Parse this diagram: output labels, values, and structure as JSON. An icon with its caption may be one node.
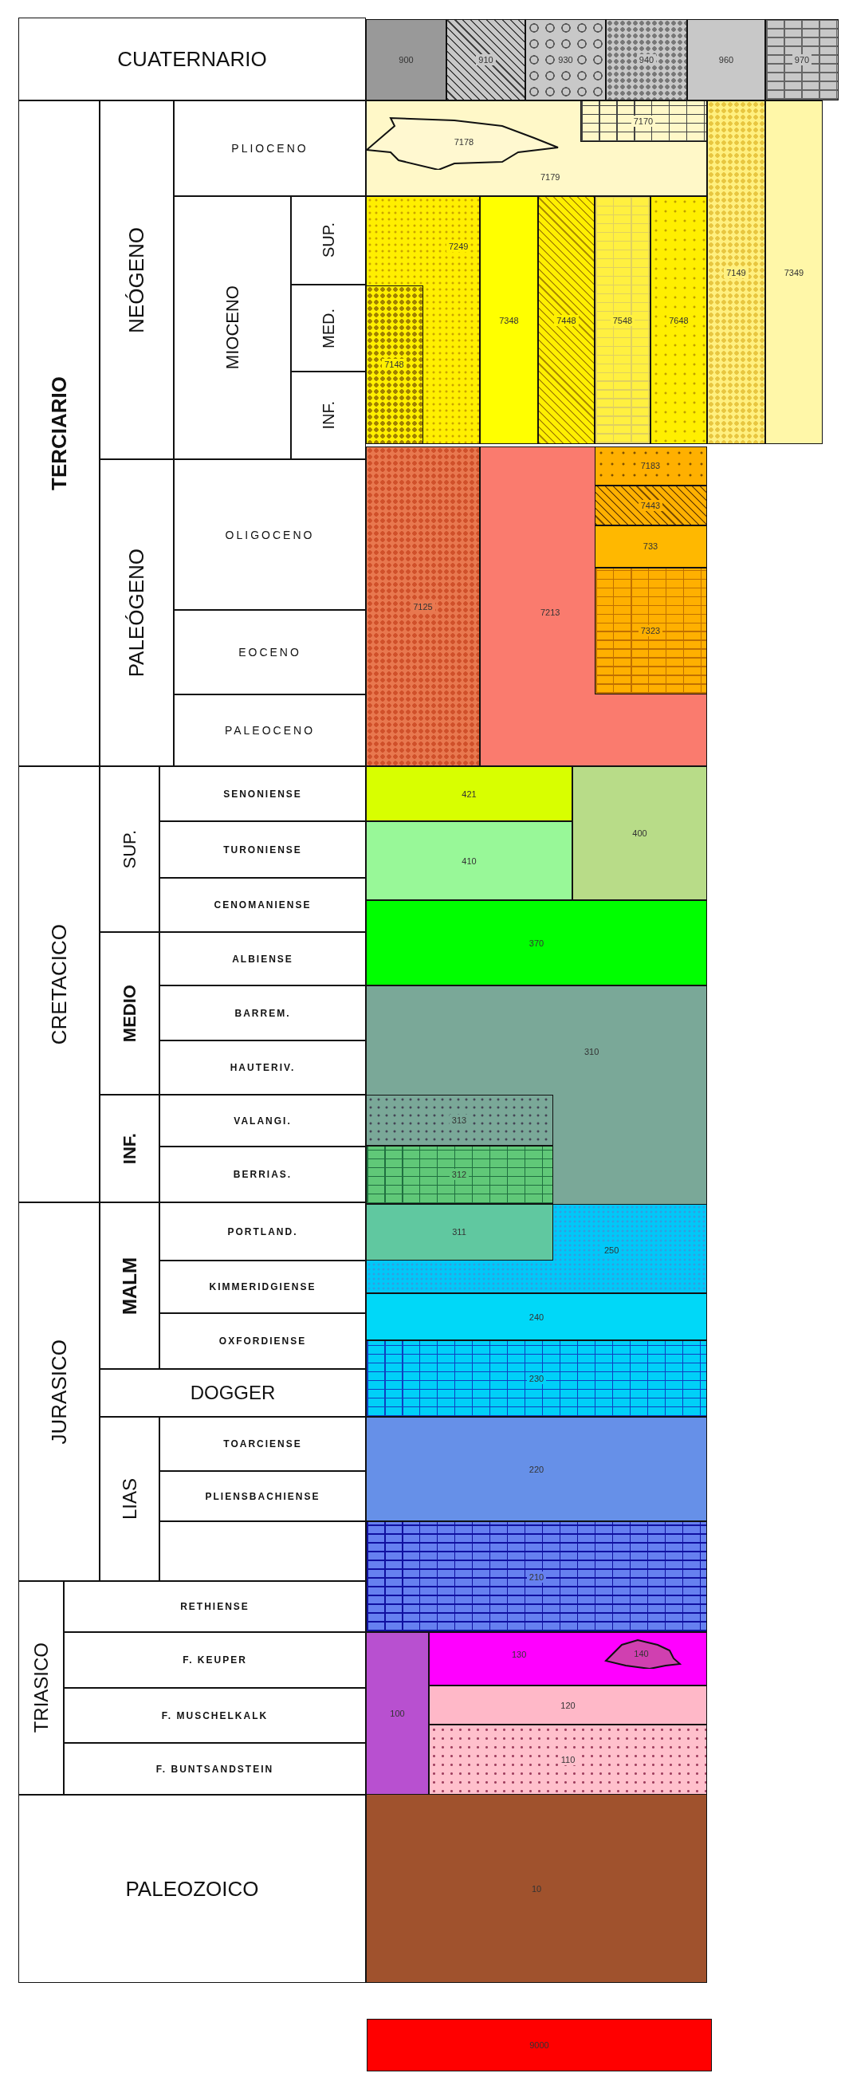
{
  "diagram": {
    "nodes": [
      {
        "text": [
          "CUATERNARIO"
        ]
      },
      {
        "text": [
          "900"
        ]
      },
      {
        "text": [
          "910"
        ]
      },
      {
        "text": [
          "930"
        ]
      },
      {
        "text": [
          "940"
        ]
      },
      {
        "text": [
          "960"
        ]
      },
      {
        "text": [
          "970"
        ]
      },
      {
        "text": [
          "TERCIARIO"
        ]
      },
      {
        "text": [
          "NEÓGENO"
        ]
      },
      {
        "text": [
          "PLIOCENO"
        ]
      },
      {
        "text": [
          "7179"
        ]
      },
      {
        "text": [
          "7178"
        ],
        "in": 10
      },
      {
        "text": [
          "7170"
        ],
        "in": 10
      },
      {
        "text": [
          "7149"
        ]
      },
      {
        "text": [
          "7349"
        ]
      },
      {
        "text": [
          "MIOCENO"
        ]
      },
      {
        "text": [
          "SUP."
        ]
      },
      {
        "text": [
          "MED."
        ]
      },
      {
        "text": [
          "INF."
        ]
      },
      {
        "text": [
          "7249"
        ]
      },
      {
        "text": [
          "7148"
        ],
        "in": 19
      },
      {
        "text": [
          "7348"
        ]
      },
      {
        "text": [
          "7448"
        ]
      },
      {
        "text": [
          "7548"
        ]
      },
      {
        "text": [
          "7648"
        ]
      },
      {
        "text": [
          "PALEÓGENO"
        ]
      },
      {
        "text": [
          "OLIGOCENO"
        ]
      },
      {
        "text": [
          "EOCENO"
        ]
      },
      {
        "text": [
          "PALEOCENO"
        ]
      },
      {
        "text": [
          "7125"
        ]
      },
      {
        "text": [
          "7213"
        ]
      },
      {
        "text": [
          "7183"
        ],
        "in": 30
      },
      {
        "text": [
          "7443"
        ],
        "in": 30
      },
      {
        "text": [
          "733"
        ],
        "in": 30
      },
      {
        "text": [
          "7323"
        ],
        "in": 30
      },
      {
        "text": [
          "CRETACICO"
        ]
      },
      {
        "text": [
          "SUP."
        ]
      },
      {
        "text": [
          "SENONIENSE"
        ]
      },
      {
        "text": [
          "TURONIENSE"
        ]
      },
      {
        "text": [
          "CENOMANIENSE"
        ]
      },
      {
        "text": [
          "421"
        ]
      },
      {
        "text": [
          "410"
        ]
      },
      {
        "text": [
          "400"
        ]
      },
      {
        "text": [
          "MEDIO"
        ]
      },
      {
        "text": [
          "ALBIENSE"
        ]
      },
      {
        "text": [
          "BARREM."
        ]
      },
      {
        "text": [
          "HAUTERIV."
        ]
      },
      {
        "text": [
          "370"
        ]
      },
      {
        "text": [
          "310"
        ]
      },
      {
        "text": [
          "INF."
        ]
      },
      {
        "text": [
          "VALANGI."
        ]
      },
      {
        "text": [
          "BERRIAS."
        ]
      },
      {
        "text": [
          "313"
        ],
        "in": 48
      },
      {
        "text": [
          "312"
        ],
        "in": 48
      },
      {
        "text": [
          "JURASICO"
        ]
      },
      {
        "text": [
          "MALM"
        ]
      },
      {
        "text": [
          "PORTLAND."
        ]
      },
      {
        "text": [
          "KIMMERIDGIENSE"
        ]
      },
      {
        "text": [
          "OXFORDIENSE"
        ]
      },
      {
        "text": [
          "311"
        ],
        "in": 60
      },
      {
        "text": [
          "250"
        ]
      },
      {
        "text": [
          "240"
        ]
      },
      {
        "text": [
          "DOGGER"
        ]
      },
      {
        "text": [
          "230"
        ]
      },
      {
        "text": [
          "LIAS"
        ]
      },
      {
        "text": [
          "TOARCIENSE"
        ]
      },
      {
        "text": [
          "PLIENSBACHIENSE"
        ]
      },
      {
        "text": [],
        "shape": "box"
      },
      {
        "text": [
          "220"
        ]
      },
      {
        "text": [
          "210"
        ]
      },
      {
        "text": [
          "TRIASICO"
        ]
      },
      {
        "text": [
          "RETHIENSE"
        ]
      },
      {
        "text": [
          "F. KEUPER"
        ]
      },
      {
        "text": [
          "F. MUSCHELKALK"
        ]
      },
      {
        "text": [
          "F. BUNTSANDSTEIN"
        ]
      },
      {
        "text": [
          "100"
        ]
      },
      {
        "text": [
          "130"
        ]
      },
      {
        "text": [
          "140"
        ],
        "in": 76
      },
      {
        "text": [
          "120"
        ]
      },
      {
        "text": [
          "110"
        ]
      },
      {
        "text": [
          "PALEOZOICO"
        ]
      },
      {
        "text": [
          "10"
        ]
      },
      {
        "text": [
          "9000"
        ]
      }
    ]
  }
}
